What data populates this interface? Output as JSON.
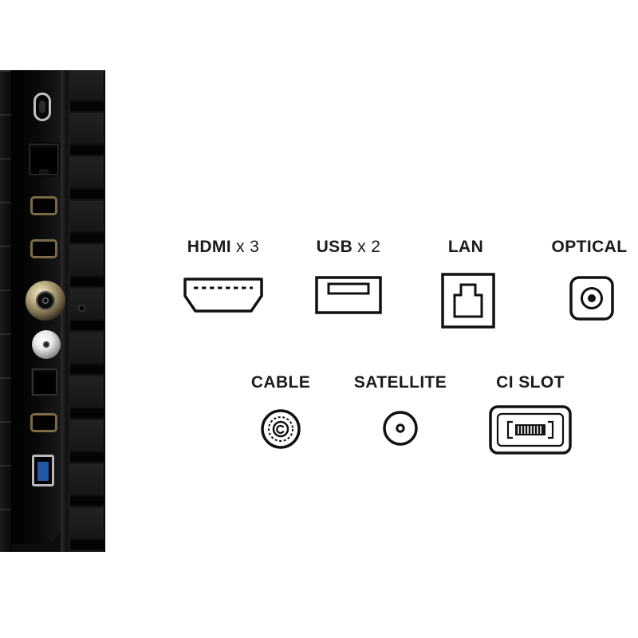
{
  "page": {
    "background": "#ffffff"
  },
  "panel": {
    "name": "tv-rear-port-panel",
    "ports": [
      "service-port",
      "lan-port",
      "hdmi-port-1",
      "hdmi-port-2",
      "antenna-cable-port",
      "satellite-port",
      "optical-port",
      "hdmi-port-3",
      "usb-port"
    ]
  },
  "legend": {
    "row1": [
      {
        "label": "HDMI",
        "qty": "x 3",
        "icon": "hdmi-icon"
      },
      {
        "label": "USB",
        "qty": "x 2",
        "icon": "usb-icon"
      },
      {
        "label": "LAN",
        "qty": "",
        "icon": "lan-icon"
      },
      {
        "label": "OPTICAL",
        "qty": "",
        "icon": "optical-icon"
      }
    ],
    "row2": [
      {
        "label": "CABLE",
        "icon": "cable-icon"
      },
      {
        "label": "SATELLITE",
        "icon": "satellite-icon"
      },
      {
        "label": "CI SLOT",
        "icon": "ci-slot-icon"
      }
    ]
  },
  "colors": {
    "text": "#1b1b1b",
    "icon_stroke": "#111111",
    "hdmi_rim": "#7d6b46",
    "usb_inner": "#2257a5"
  }
}
